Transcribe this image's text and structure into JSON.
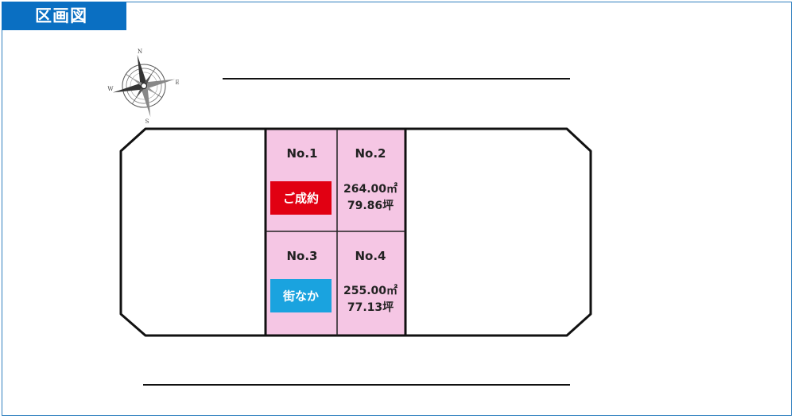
{
  "title": "区画図",
  "colors": {
    "title_bg": "#0a6fc2",
    "frame_border": "#2f7fbf",
    "lot_fill": "#f5c6e4",
    "sold_badge": "#e10012",
    "machinaka_badge": "#1aa3df",
    "outline": "#111111"
  },
  "compass": {
    "icon": "compass-rose-icon",
    "n": "N",
    "e": "E",
    "s": "S",
    "w": "W"
  },
  "lots": [
    {
      "number": "No.1",
      "badge": "ご成約",
      "badge_color": "sold"
    },
    {
      "number": "No.2",
      "area_sqm": "264.00㎡",
      "area_tsubo": "79.86坪"
    },
    {
      "number": "No.3",
      "badge": "街なか",
      "badge_color": "machinaka"
    },
    {
      "number": "No.4",
      "area_sqm": "255.00㎡",
      "area_tsubo": "77.13坪"
    }
  ]
}
